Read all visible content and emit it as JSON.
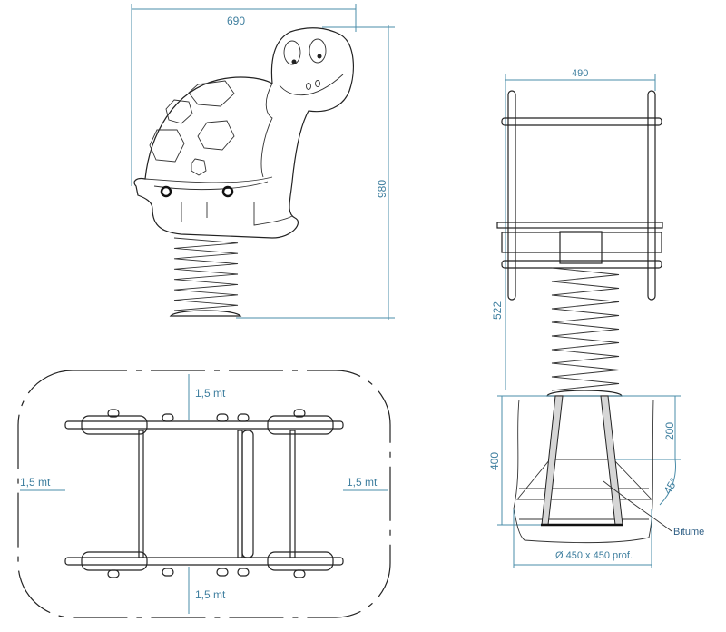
{
  "title": "Turtle spring rider – technical drawing",
  "front_view": {
    "width_label": "690",
    "height_label": "980"
  },
  "side_view": {
    "width_label": "490",
    "spring_height_label": "522"
  },
  "foundation": {
    "depth_label": "400",
    "upper_label": "200",
    "angle_label": "45°",
    "material_label": "Bitume",
    "hole_label": "Ø 450 x 450 prof."
  },
  "safety_zone": {
    "top": "1,5 mt",
    "bottom": "1,5 mt",
    "left": "1,5 mt",
    "right": "1,5 mt"
  },
  "colors": {
    "dimension": "#4a8ca8",
    "text": "#3f7f9f",
    "line": "#222222"
  }
}
